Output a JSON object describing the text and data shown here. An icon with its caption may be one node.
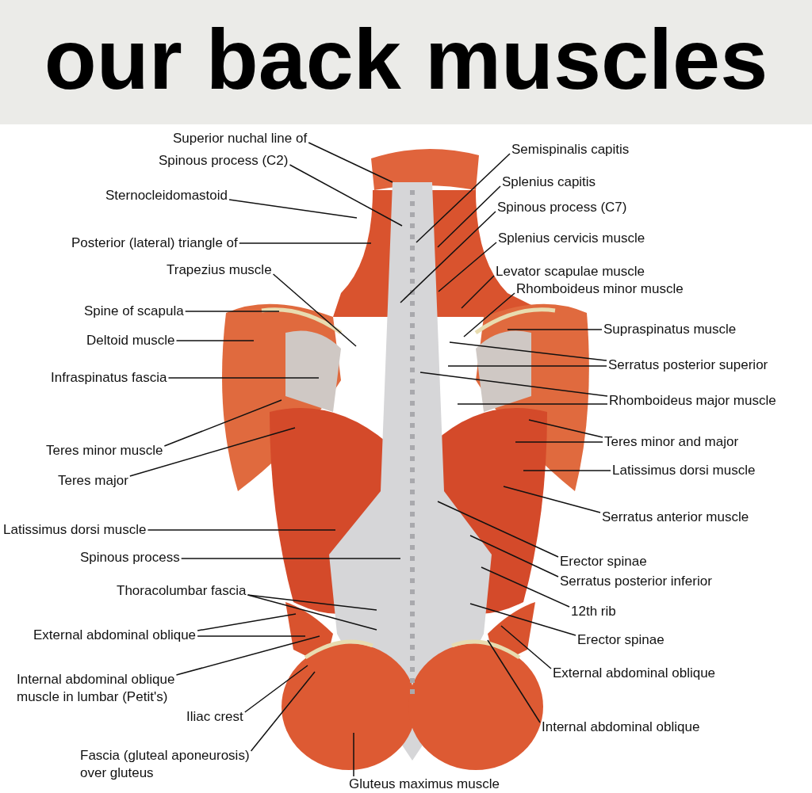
{
  "diagram": {
    "title": "our back muscles",
    "nodes": [
      {
        "text": [
          "Superior nuchal line of"
        ]
      },
      {
        "text": [
          "Spinous process (C2)"
        ]
      },
      {
        "text": [
          "Sternocleidomastoid"
        ]
      },
      {
        "text": [
          "Posterior (lateral) triangle of"
        ]
      },
      {
        "text": [
          "Trapezius muscle"
        ]
      },
      {
        "text": [
          "Spine of scapula"
        ]
      },
      {
        "text": [
          "Deltoid muscle"
        ]
      },
      {
        "text": [
          "Infraspinatus fascia"
        ]
      },
      {
        "text": [
          "Teres minor muscle"
        ]
      },
      {
        "text": [
          "Teres major"
        ]
      },
      {
        "text": [
          "Latissimus dorsi muscle"
        ]
      },
      {
        "text": [
          "Spinous process"
        ]
      },
      {
        "text": [
          "Thoracolumbar fascia"
        ]
      },
      {
        "text": [
          "External abdominal oblique"
        ]
      },
      {
        "text": [
          "Internal abdominal oblique muscle in lumbar (Petit's)"
        ]
      },
      {
        "text": [
          "Iliac crest"
        ]
      },
      {
        "text": [
          "Fascia (gluteal aponeurosis) over gluteus"
        ]
      },
      {
        "text": [
          "Gluteus maximus muscle"
        ]
      },
      {
        "text": [
          "Semispinalis capitis"
        ]
      },
      {
        "text": [
          "Splenius capitis"
        ]
      },
      {
        "text": [
          "Spinous process (C7)"
        ]
      },
      {
        "text": [
          "Splenius cervicis muscle"
        ]
      },
      {
        "text": [
          "Levator scapulae muscle"
        ]
      },
      {
        "text": [
          "Rhomboideus minor muscle"
        ]
      },
      {
        "text": [
          "Supraspinatus muscle"
        ]
      },
      {
        "text": [
          "Serratus posterior superior"
        ]
      },
      {
        "text": [
          "Rhomboideus major muscle"
        ]
      },
      {
        "text": [
          "Teres minor and major"
        ]
      },
      {
        "text": [
          "Latissimus dorsi muscle"
        ]
      },
      {
        "text": [
          "Serratus anterior muscle"
        ]
      },
      {
        "text": [
          "Erector spinae"
        ]
      },
      {
        "text": [
          "Serratus posterior inferior"
        ]
      },
      {
        "text": [
          "12th rib"
        ]
      },
      {
        "text": [
          "Erector spinae"
        ]
      },
      {
        "text": [
          "External abdominal oblique"
        ]
      },
      {
        "text": [
          "Internal abdominal oblique"
        ]
      }
    ],
    "edges": [
      {
        "from": 0,
        "to": null,
        "arrow": "none"
      },
      {
        "from": 1,
        "to": null,
        "arrow": "none"
      },
      {
        "from": 2,
        "to": null,
        "arrow": "none"
      },
      {
        "from": 3,
        "to": null,
        "arrow": "none"
      },
      {
        "from": 4,
        "to": null,
        "arrow": "none"
      },
      {
        "from": 5,
        "to": null,
        "arrow": "none"
      },
      {
        "from": 6,
        "to": null,
        "arrow": "none"
      },
      {
        "from": 7,
        "to": null,
        "arrow": "none"
      },
      {
        "from": 8,
        "to": null,
        "arrow": "none"
      },
      {
        "from": 9,
        "to": null,
        "arrow": "none"
      },
      {
        "from": 10,
        "to": null,
        "arrow": "none"
      },
      {
        "from": 11,
        "to": null,
        "arrow": "none"
      },
      {
        "from": 12,
        "to": null,
        "arrow": "none"
      },
      {
        "from": 12,
        "to": null,
        "arrow": "none"
      },
      {
        "from": 13,
        "to": null,
        "arrow": "none"
      },
      {
        "from": 13,
        "to": null,
        "arrow": "none"
      },
      {
        "from": 14,
        "to": null,
        "arrow": "none"
      },
      {
        "from": 15,
        "to": null,
        "arrow": "none"
      },
      {
        "from": 16,
        "to": null,
        "arrow": "none"
      },
      {
        "from": 17,
        "to": null,
        "arrow": "none"
      },
      {
        "from": 18,
        "to": null,
        "arrow": "none"
      },
      {
        "from": 19,
        "to": null,
        "arrow": "none"
      },
      {
        "from": 20,
        "to": null,
        "arrow": "none"
      },
      {
        "from": 21,
        "to": null,
        "arrow": "none"
      },
      {
        "from": 22,
        "to": null,
        "arrow": "none"
      },
      {
        "from": 23,
        "to": null,
        "arrow": "none"
      },
      {
        "from": 24,
        "to": null,
        "arrow": "none"
      },
      {
        "from": 25,
        "to": null,
        "arrow": "none"
      },
      {
        "from": 25,
        "to": null,
        "arrow": "none"
      },
      {
        "from": 26,
        "to": null,
        "arrow": "none"
      },
      {
        "from": 26,
        "to": null,
        "arrow": "none"
      },
      {
        "from": 27,
        "to": null,
        "arrow": "none"
      },
      {
        "from": 27,
        "to": null,
        "arrow": "none"
      },
      {
        "from": 28,
        "to": null,
        "arrow": "none"
      },
      {
        "from": 29,
        "to": null,
        "arrow": "none"
      },
      {
        "from": 30,
        "to": null,
        "arrow": "none"
      },
      {
        "from": 31,
        "to": null,
        "arrow": "none"
      },
      {
        "from": 32,
        "to": null,
        "arrow": "none"
      },
      {
        "from": 33,
        "to": null,
        "arrow": "none"
      },
      {
        "from": 34,
        "to": null,
        "arrow": "none"
      },
      {
        "from": 35,
        "to": null,
        "arrow": "none"
      }
    ]
  }
}
